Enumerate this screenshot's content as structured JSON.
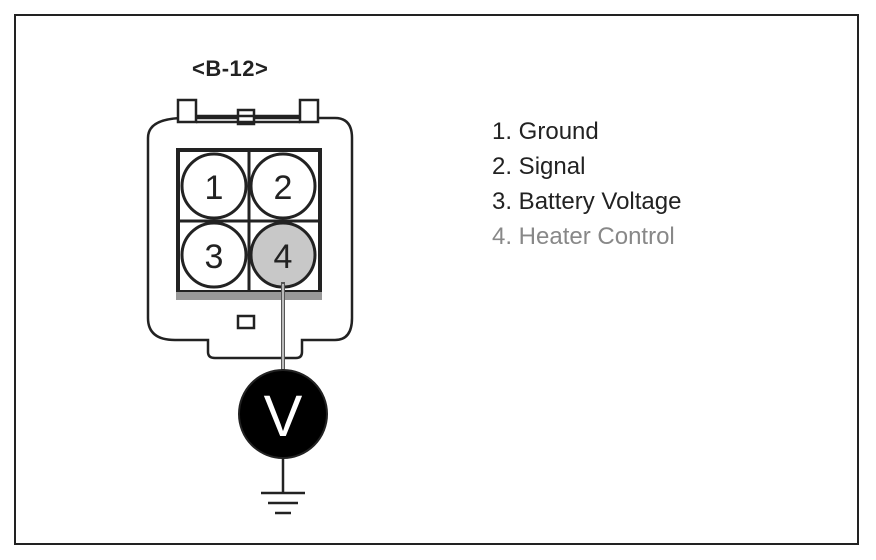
{
  "connector": {
    "label": "<B-12>",
    "pins": [
      {
        "number": "1",
        "name": "Ground",
        "highlighted": false
      },
      {
        "number": "2",
        "name": "Signal",
        "highlighted": false
      },
      {
        "number": "3",
        "name": "Battery Voltage",
        "highlighted": false
      },
      {
        "number": "4",
        "name": "Heater Control",
        "highlighted": true
      }
    ]
  },
  "legend": [
    {
      "text": "1. Ground",
      "dim": false
    },
    {
      "text": "2. Signal",
      "dim": false
    },
    {
      "text": "3. Battery Voltage",
      "dim": false
    },
    {
      "text": "4. Heater Control",
      "dim": true
    }
  ],
  "meter": {
    "symbol": "V",
    "icon": "voltmeter-icon"
  },
  "ground": {
    "icon": "ground-symbol-icon"
  },
  "colors": {
    "line": "#222222",
    "pin_fill": "#ffffff",
    "pin_highlight": "#c8c8c8",
    "meter_fill": "#000000",
    "meter_text": "#ffffff",
    "legend_dim": "#888888"
  }
}
